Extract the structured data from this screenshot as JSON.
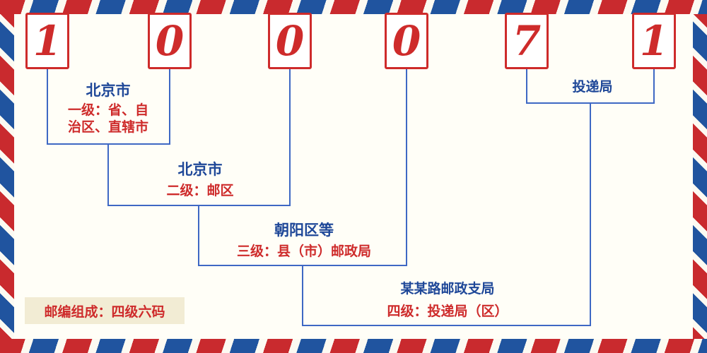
{
  "postal_code": {
    "digits": [
      "1",
      "0",
      "0",
      "0",
      "7",
      "1"
    ]
  },
  "levels": [
    {
      "name": "北京市",
      "desc_lines": [
        "一级：省、自",
        "治区、直辖市"
      ]
    },
    {
      "name": "北京市",
      "desc": "二级：邮区"
    },
    {
      "name": "朝阳区等",
      "desc": "三级：县（市）邮政局"
    },
    {
      "name": "某某路邮政支局",
      "desc": "四级：投递局（区）"
    },
    {
      "name": "投递局"
    }
  ],
  "footer": {
    "composition": "邮编组成：四级六码"
  },
  "colors": {
    "digit_red": "#CE2B2B",
    "label_blue": "#1E4798",
    "line_blue": "#3E68C4",
    "stripe_red": "#C92A2E",
    "stripe_blue": "#20549F",
    "footer_bg": "#F2ECD4",
    "background": "#FFFEF7"
  }
}
